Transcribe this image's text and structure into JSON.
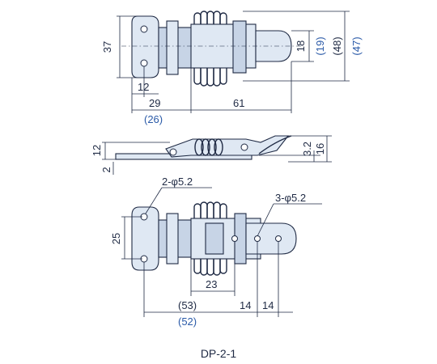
{
  "caption": "DP-2-1",
  "top_view": {
    "dim_height": "37",
    "dim_18": "18",
    "dim_19": "(19)",
    "dim_48": "(48)",
    "dim_47": "(47)",
    "dim_12": "12",
    "dim_29": "29",
    "dim_26": "(26)",
    "dim_61": "61"
  },
  "side_view": {
    "dim_12": "12",
    "dim_2": "2",
    "dim_3_2": "3.2",
    "dim_16": "16"
  },
  "bottom_view": {
    "hole_label_left": "2-φ5.2",
    "hole_label_right": "3-φ5.2",
    "dim_25": "25",
    "dim_23": "23",
    "dim_53": "(53)",
    "dim_52": "(52)",
    "dim_14a": "14",
    "dim_14b": "14"
  },
  "colors": {
    "line": "#1f2a44",
    "part_fill": "#dfe8f3",
    "alt_dimension": "#2a5aa8"
  }
}
